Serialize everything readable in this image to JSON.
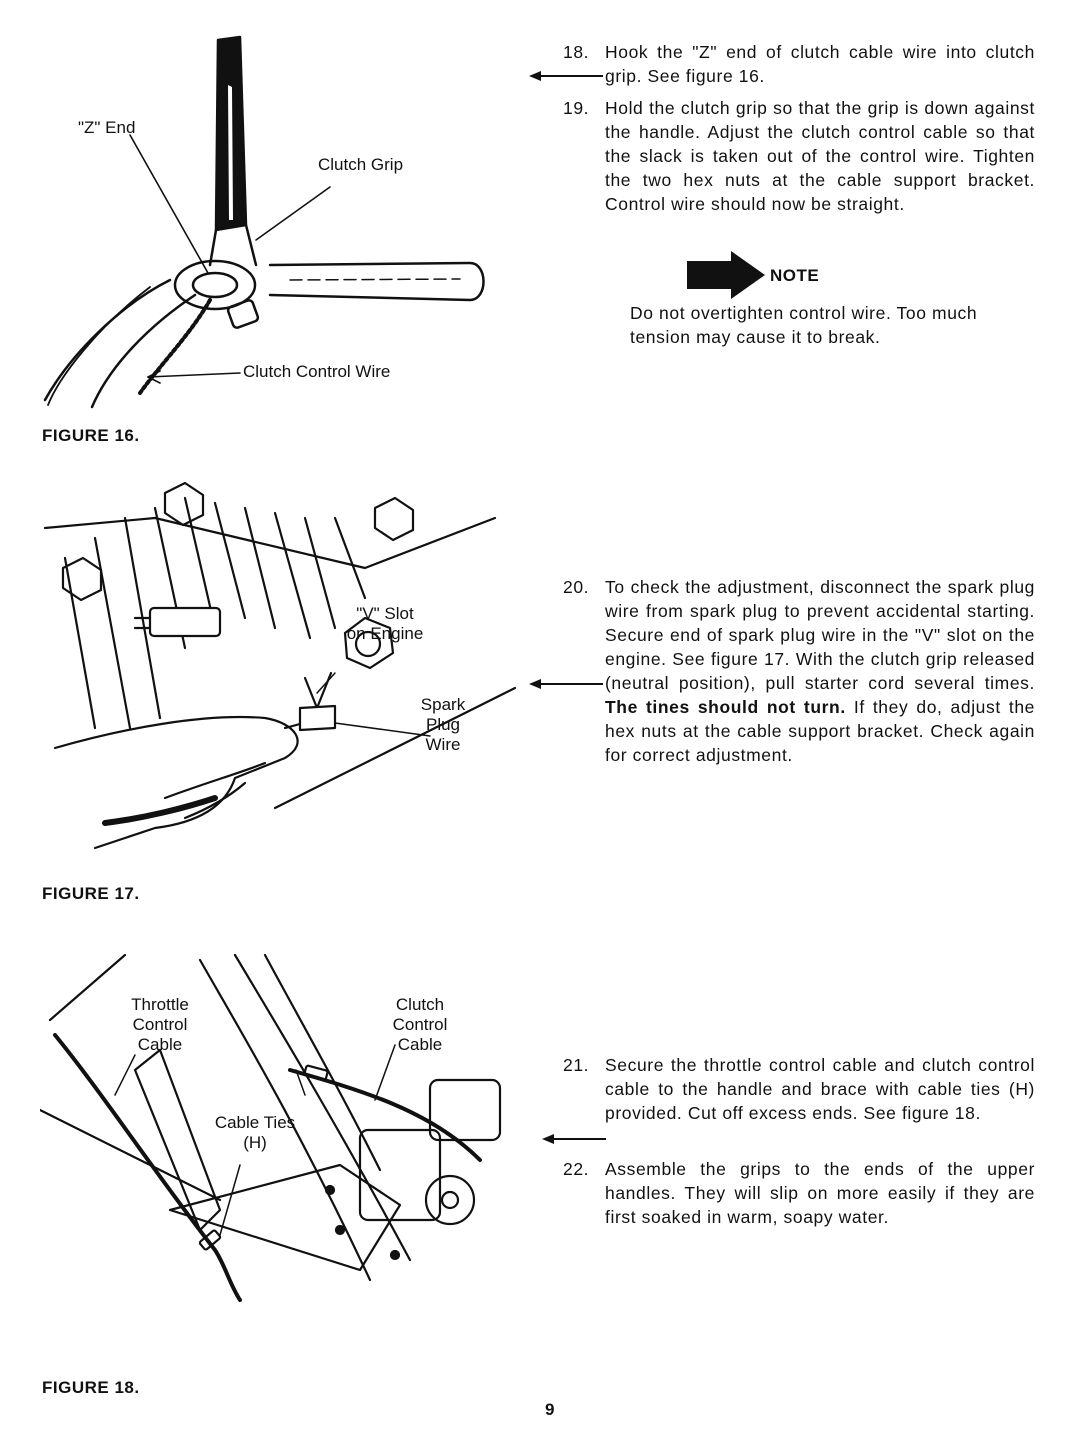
{
  "page_number": "9",
  "figures": {
    "fig16": {
      "label": "FIGURE 16.",
      "callouts": {
        "z_end": "\"Z\" End",
        "clutch_grip": "Clutch Grip",
        "clutch_control_wire": "Clutch Control Wire"
      }
    },
    "fig17": {
      "label": "FIGURE 17.",
      "callouts": {
        "v_slot_1": "\"V\" Slot",
        "v_slot_2": "on Engine",
        "spark_1": "Spark",
        "spark_2": "Plug",
        "spark_3": "Wire"
      }
    },
    "fig18": {
      "label": "FIGURE 18.",
      "callouts": {
        "throttle_1": "Throttle",
        "throttle_2": "Control",
        "throttle_3": "Cable",
        "clutch_1": "Clutch",
        "clutch_2": "Control",
        "clutch_3": "Cable",
        "ties_1": "Cable Ties",
        "ties_2": "(H)"
      }
    }
  },
  "steps": {
    "s18": {
      "num": "18.",
      "text": "Hook the \"Z\" end of clutch cable wire into clutch grip. See figure 16."
    },
    "s19": {
      "num": "19.",
      "text": "Hold the clutch grip so that the grip is down against the handle. Adjust the clutch control cable so that the slack is taken out of the control wire. Tighten the two hex nuts at the cable support bracket. Control wire should now be straight."
    },
    "s20": {
      "num": "20.",
      "text_a": "To check the adjustment, disconnect the spark plug wire from spark plug to prevent accidental starting. Secure end of spark plug wire in the \"V\" slot on the engine. See figure 17. With the clutch grip released (neutral position), pull starter cord several times.",
      "text_bold": "The tines should not turn.",
      "text_b": "If they do, adjust the hex nuts at the cable support bracket. Check again for correct adjustment."
    },
    "s21": {
      "num": "21.",
      "text": "Secure the throttle control cable and clutch control cable to the handle and brace with cable ties (H) provided. Cut off excess ends. See figure 18."
    },
    "s22": {
      "num": "22.",
      "text": "Assemble the grips to the ends of the upper handles. They will slip on more easily if they are first soaked in warm, soapy water."
    }
  },
  "note": {
    "heading": "NOTE",
    "text": "Do not overtighten control wire. Too much tension may cause it to break."
  }
}
